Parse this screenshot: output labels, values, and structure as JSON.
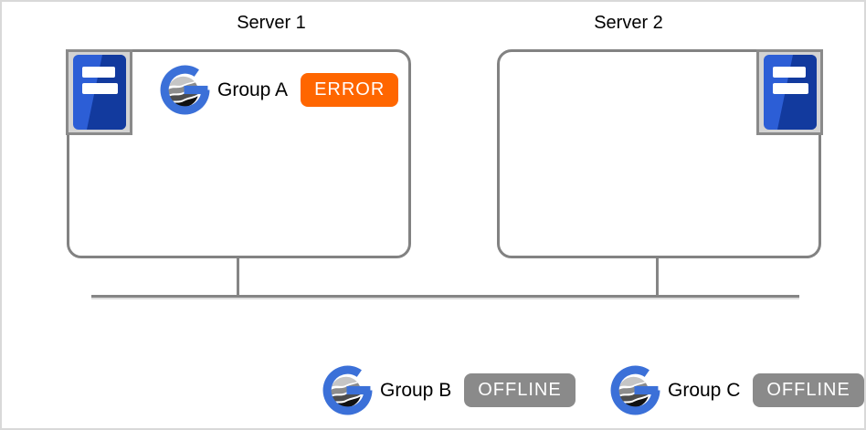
{
  "diagram": {
    "servers": [
      {
        "title": "Server 1",
        "groups": [
          {
            "name": "Group A",
            "status": "ERROR",
            "status_color": "#ff6600"
          }
        ]
      },
      {
        "title": "Server 2",
        "groups": []
      }
    ],
    "standalone_groups": [
      {
        "name": "Group B",
        "status": "OFFLINE",
        "status_color": "#8a8a8a"
      },
      {
        "name": "Group C",
        "status": "OFFLINE",
        "status_color": "#8a8a8a"
      }
    ],
    "icons": {
      "server": "server-icon",
      "group": "group-globe-icon"
    },
    "colors": {
      "error_badge": "#ff6600",
      "offline_badge": "#8a8a8a",
      "box_border": "#828282",
      "network_line": "#858585",
      "server_icon_blue_light": "#2c5ed6",
      "server_icon_blue_dark": "#123a9e",
      "logo_blue": "#3b70d8"
    }
  }
}
